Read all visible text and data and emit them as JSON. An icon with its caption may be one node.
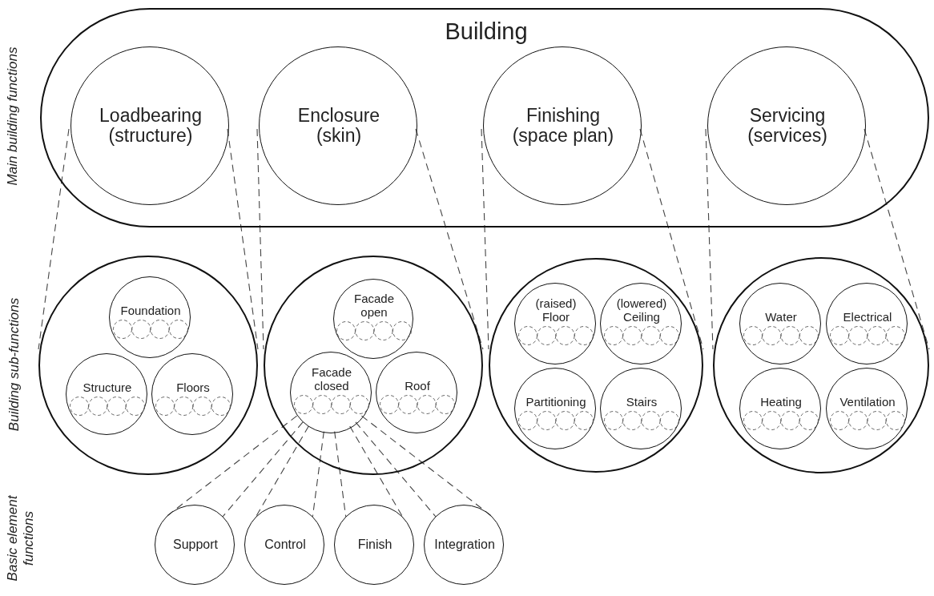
{
  "diagram": {
    "nodes": [
      {
        "text": [
          "Building"
        ]
      },
      {
        "text": [
          "Loadbearing (structure)"
        ],
        "in": 0
      },
      {
        "text": [
          "Enclosure (skin)"
        ],
        "in": 0
      },
      {
        "text": [
          "Finishing (space plan)"
        ],
        "in": 0
      },
      {
        "text": [
          "Servicing (services)"
        ],
        "in": 0
      },
      {
        "text": [],
        "shape": "circle"
      },
      {
        "text": [
          "Foundation"
        ],
        "in": 5
      },
      {
        "text": [
          "Structure"
        ],
        "in": 5
      },
      {
        "text": [
          "Floors"
        ],
        "in": 5
      },
      {
        "text": [],
        "shape": "circle"
      },
      {
        "text": [
          "Facade open"
        ],
        "in": 9
      },
      {
        "text": [
          "Facade closed"
        ],
        "in": 9
      },
      {
        "text": [
          "Roof"
        ],
        "in": 9
      },
      {
        "text": [],
        "shape": "circle"
      },
      {
        "text": [
          "(raised) Floor"
        ],
        "in": 13
      },
      {
        "text": [
          "(lowered) Ceiling"
        ],
        "in": 13
      },
      {
        "text": [
          "Partitioning"
        ],
        "in": 13
      },
      {
        "text": [
          "Stairs"
        ],
        "in": 13
      },
      {
        "text": [],
        "shape": "circle"
      },
      {
        "text": [
          "Water"
        ],
        "in": 18
      },
      {
        "text": [
          "Electrical"
        ],
        "in": 18
      },
      {
        "text": [
          "Heating"
        ],
        "in": 18
      },
      {
        "text": [
          "Ventilation"
        ],
        "in": 18
      },
      {
        "text": [
          "Support"
        ]
      },
      {
        "text": [
          "Control"
        ]
      },
      {
        "text": [
          "Finish"
        ]
      },
      {
        "text": [
          "Integration"
        ]
      }
    ],
    "edges": [
      {
        "from": 1,
        "to": 5,
        "arrow": "none",
        "style": "dashed"
      },
      {
        "from": 1,
        "to": 5,
        "arrow": "none",
        "style": "dashed"
      },
      {
        "from": 2,
        "to": 9,
        "arrow": "none",
        "style": "dashed"
      },
      {
        "from": 2,
        "to": 9,
        "arrow": "none",
        "style": "dashed"
      },
      {
        "from": 3,
        "to": 13,
        "arrow": "none",
        "style": "dashed"
      },
      {
        "from": 3,
        "to": 13,
        "arrow": "none",
        "style": "dashed"
      },
      {
        "from": 4,
        "to": 18,
        "arrow": "none",
        "style": "dashed"
      },
      {
        "from": 4,
        "to": 18,
        "arrow": "none",
        "style": "dashed"
      },
      {
        "from": 11,
        "to": 23,
        "arrow": "none",
        "style": "dashed"
      },
      {
        "from": 11,
        "to": 23,
        "arrow": "none",
        "style": "dashed"
      },
      {
        "from": 11,
        "to": 24,
        "arrow": "none",
        "style": "dashed"
      },
      {
        "from": 11,
        "to": 24,
        "arrow": "none",
        "style": "dashed"
      },
      {
        "from": 11,
        "to": 25,
        "arrow": "none",
        "style": "dashed"
      },
      {
        "from": 11,
        "to": 25,
        "arrow": "none",
        "style": "dashed"
      },
      {
        "from": 11,
        "to": 26,
        "arrow": "none",
        "style": "dashed"
      },
      {
        "from": 11,
        "to": 26,
        "arrow": "none",
        "style": "dashed"
      }
    ],
    "labels": [
      "Main building functions",
      "Building sub-functions",
      "Basic element functions"
    ]
  }
}
